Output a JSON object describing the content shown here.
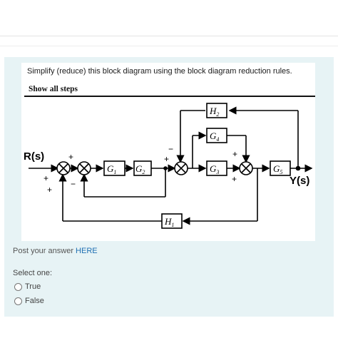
{
  "question": {
    "prompt": "Simplify (reduce) this block diagram using the block diagram reduction rules.",
    "subheading": "Show all steps"
  },
  "diagram": {
    "input_label": "R(s)",
    "output_label": "Y(s)",
    "blocks": {
      "g1": "G",
      "g1_sub": "1",
      "g2": "G",
      "g2_sub": "2",
      "g3": "G",
      "g3_sub": "3",
      "g4": "G",
      "g4_sub": "4",
      "g5": "G",
      "g5_sub": "5",
      "h1": "H",
      "h1_sub": "1",
      "h2": "H",
      "h2_sub": "2"
    },
    "signs": {
      "plus": "+",
      "minus": "−"
    }
  },
  "answer_prompt": {
    "text": "Post your answer ",
    "link": "HERE"
  },
  "choices": {
    "label": "Select one:",
    "options": [
      "True",
      "False"
    ]
  }
}
